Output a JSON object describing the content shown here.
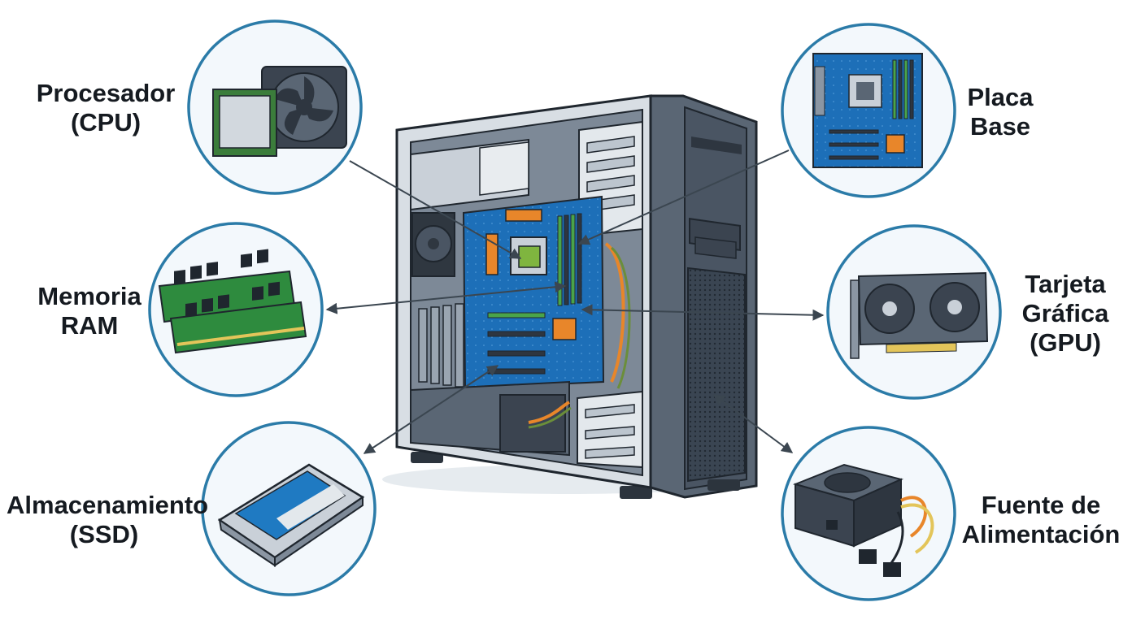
{
  "components": {
    "cpu": {
      "line1": "Procesador",
      "line2": "(CPU)"
    },
    "ram": {
      "line1": "Memoria",
      "line2": "RAM"
    },
    "ssd": {
      "line1": "Almacenamiento",
      "line2": "(SSD)"
    },
    "motherboard": {
      "line1": "Placa",
      "line2": "Base"
    },
    "gpu": {
      "line1": "Tarjeta",
      "line2": "Gráfica",
      "line3": "(GPU)"
    },
    "psu": {
      "line1": "Fuente de",
      "line2": "Alimentación"
    }
  },
  "colors": {
    "circle_stroke": "#2b7ba8",
    "circle_fill": "#f3f8fc",
    "case_dark": "#4d5a68",
    "case_mid": "#8b96a3",
    "case_light": "#c9d2da",
    "board_blue": "#1d6fb8",
    "accent_orange": "#e8862a",
    "accent_green": "#4aa44a",
    "arrow": "#3b4650"
  }
}
